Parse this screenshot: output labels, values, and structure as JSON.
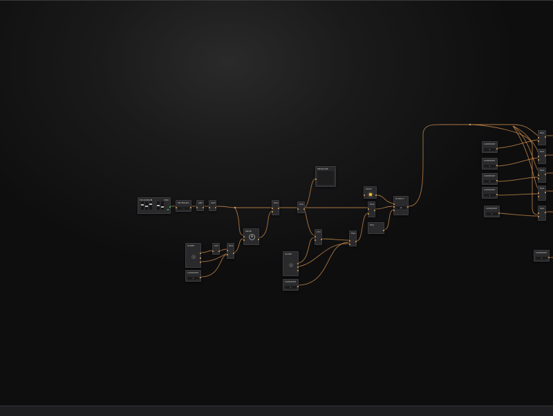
{
  "graph": {
    "nodes": {
      "mixer": {
        "title": "FM MIXER ▼",
        "tag": "MIDI"
      },
      "keyboard": {
        "title": "KEYBOARD",
        "value": "◌"
      },
      "math_a": {
        "title": "ABS"
      },
      "math_b": {
        "title": "ADD"
      },
      "env_top": {
        "title": "ENVELOPE"
      },
      "osc_a": {
        "title": "OSC"
      },
      "mul_a": {
        "title": "MUL"
      },
      "knob": {
        "title": "KNOB"
      },
      "lfo_a": {
        "title": "LFO"
      },
      "lfo_b": {
        "title": "LFO"
      },
      "mul_c": {
        "title": "MUL"
      },
      "mul_d": {
        "title": "MUL"
      },
      "mul_e": {
        "title": "MUL"
      },
      "scope_a": {
        "title": "SCOPE",
        "value": "◎"
      },
      "const_a": {
        "title": "CONSTANT",
        "value": "1"
      },
      "scope_b": {
        "title": "SCOPE",
        "value": "◎"
      },
      "const_b": {
        "title": "CONSTANT",
        "value": "1"
      },
      "light": {
        "title": "LIGHT"
      },
      "mul_f": {
        "title": "MUL"
      },
      "mul_g": {
        "title": "MUL"
      },
      "output": {
        "title": "OUTPUT",
        "value": "▪"
      },
      "c1": {
        "title": "CONSTANT",
        "value": "1"
      },
      "c2": {
        "title": "CONSTANT",
        "value": "1"
      },
      "c3": {
        "title": "CONSTANT",
        "value": "1"
      },
      "c4": {
        "title": "CONSTANT",
        "value": "1"
      },
      "c5": {
        "title": "CONSTANT",
        "value": "1"
      },
      "c6": {
        "title": "CONSTANT",
        "value": "1"
      },
      "m1": {
        "title": "MUL"
      },
      "m2": {
        "title": "MUL"
      },
      "m3": {
        "title": "MUL"
      },
      "m4": {
        "title": "MUL"
      },
      "m5": {
        "title": "MUL"
      }
    }
  },
  "colors": {
    "wire": "#c98a4a",
    "port": "#d9a25a",
    "midi_port": "#3fcf5a",
    "node_bg": "#2a2a2c"
  }
}
